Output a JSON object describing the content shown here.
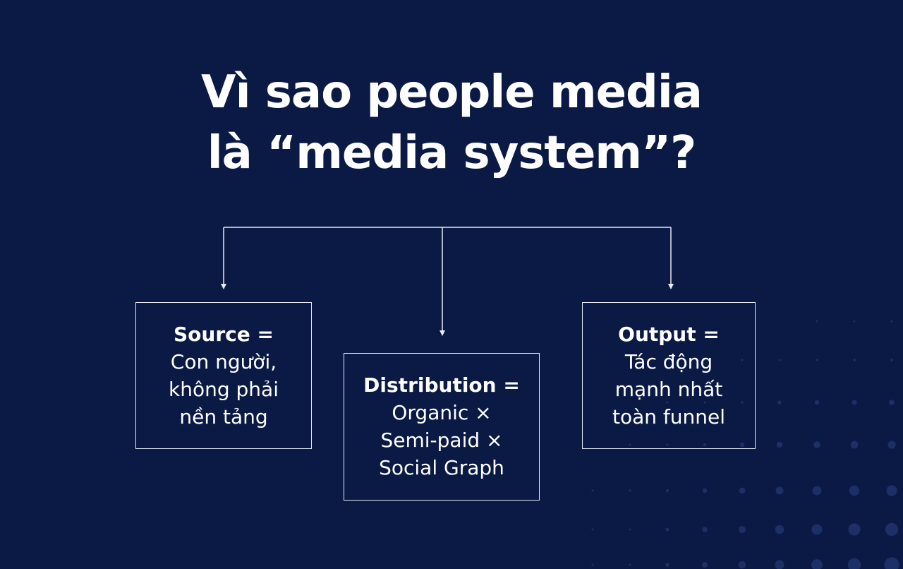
{
  "title": {
    "line1": "Vì sao people media",
    "line2": "là “media system”?"
  },
  "boxes": {
    "source": {
      "head": "Source =",
      "lines": [
        "Con người,",
        "không phải",
        "nền tảng"
      ]
    },
    "distribution": {
      "head": "Distribution =",
      "lines": [
        "Organic ×",
        "Semi-paid ×",
        "Social Graph"
      ]
    },
    "output": {
      "head": "Output =",
      "lines": [
        "Tác động",
        "mạnh nhất",
        "toàn funnel"
      ]
    }
  },
  "colors": {
    "background": "#0b1a45",
    "text": "#ffffff",
    "lines": "#e6ebf5",
    "decor_dots": "#1c2f66"
  }
}
